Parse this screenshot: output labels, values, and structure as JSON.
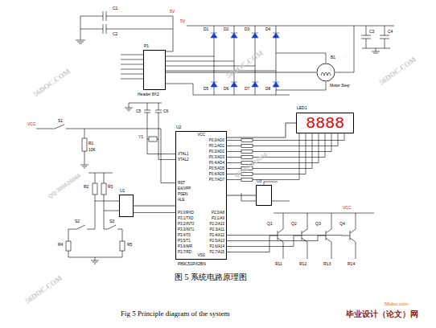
{
  "diagram": {
    "caption": "图 5 系统电路原理图",
    "nodes": [
      {
        "text": [
          "P1",
          "Header 8X2"
        ]
      },
      {
        "text": [
          "B1",
          "Motor Step"
        ]
      },
      {
        "text": [
          "U2",
          "VCC",
          "XTAL1",
          "XTAL2",
          "RST",
          "EA/VPP",
          "PSEN",
          "ALE",
          "P3.0/RXD",
          "P3.1/TXD",
          "P3.2/INT0",
          "P3.3/INT1",
          "P3.4/T0",
          "P3.5/T1",
          "P3.6/WR",
          "P3.7/RD",
          "P0.0/AD0",
          "P0.1/AD1",
          "P0.2/AD2",
          "P0.3/AD3",
          "P0.4/AD4",
          "P0.5/AD5",
          "P0.6/AD6",
          "P0.7/AD7",
          "P2.0/A8",
          "P2.1/A9",
          "P2.2/A10",
          "P2.3/A11",
          "P2.4/A12",
          "P2.5/A13",
          "P2.6/A14",
          "P2.7/A15",
          "VSS",
          "P89C51RX2BN"
        ]
      },
      {
        "text": [
          "LED1",
          "8888"
        ]
      },
      {
        "text": [
          "U3"
        ]
      },
      {
        "text": [
          "U1"
        ]
      }
    ],
    "edges": [
      {
        "from": 0,
        "to": 1,
        "arrow": "none"
      },
      {
        "from": 2,
        "to": 3,
        "arrow": "none"
      },
      {
        "from": 2,
        "to": 4,
        "arrow": "none"
      },
      {
        "from": 5,
        "to": 2,
        "arrow": "none"
      }
    ],
    "labels": [
      "C1",
      "C2",
      "5V",
      "5V",
      "D1",
      "D2",
      "D3",
      "D4",
      "D5",
      "D6",
      "D7",
      "D8",
      "C3",
      "C4",
      "VCC",
      "S1",
      "R1",
      "10K",
      "C5",
      "C6",
      "Y1",
      "R2",
      "R3",
      "S2",
      "S3",
      "R4",
      "R5",
      "VCC",
      "Q1",
      "Q2",
      "Q3",
      "Q4",
      "R11",
      "R12",
      "R13",
      "R14",
      "Fig 5    Principle diagram of the system",
      "56DOC.COM",
      "56DOC.COM",
      "56DOC.COM",
      "56DOC.COM",
      "QQ:306826066",
      "QQ:306826066",
      "毕业设计（论文）网",
      "56doc.com"
    ]
  }
}
